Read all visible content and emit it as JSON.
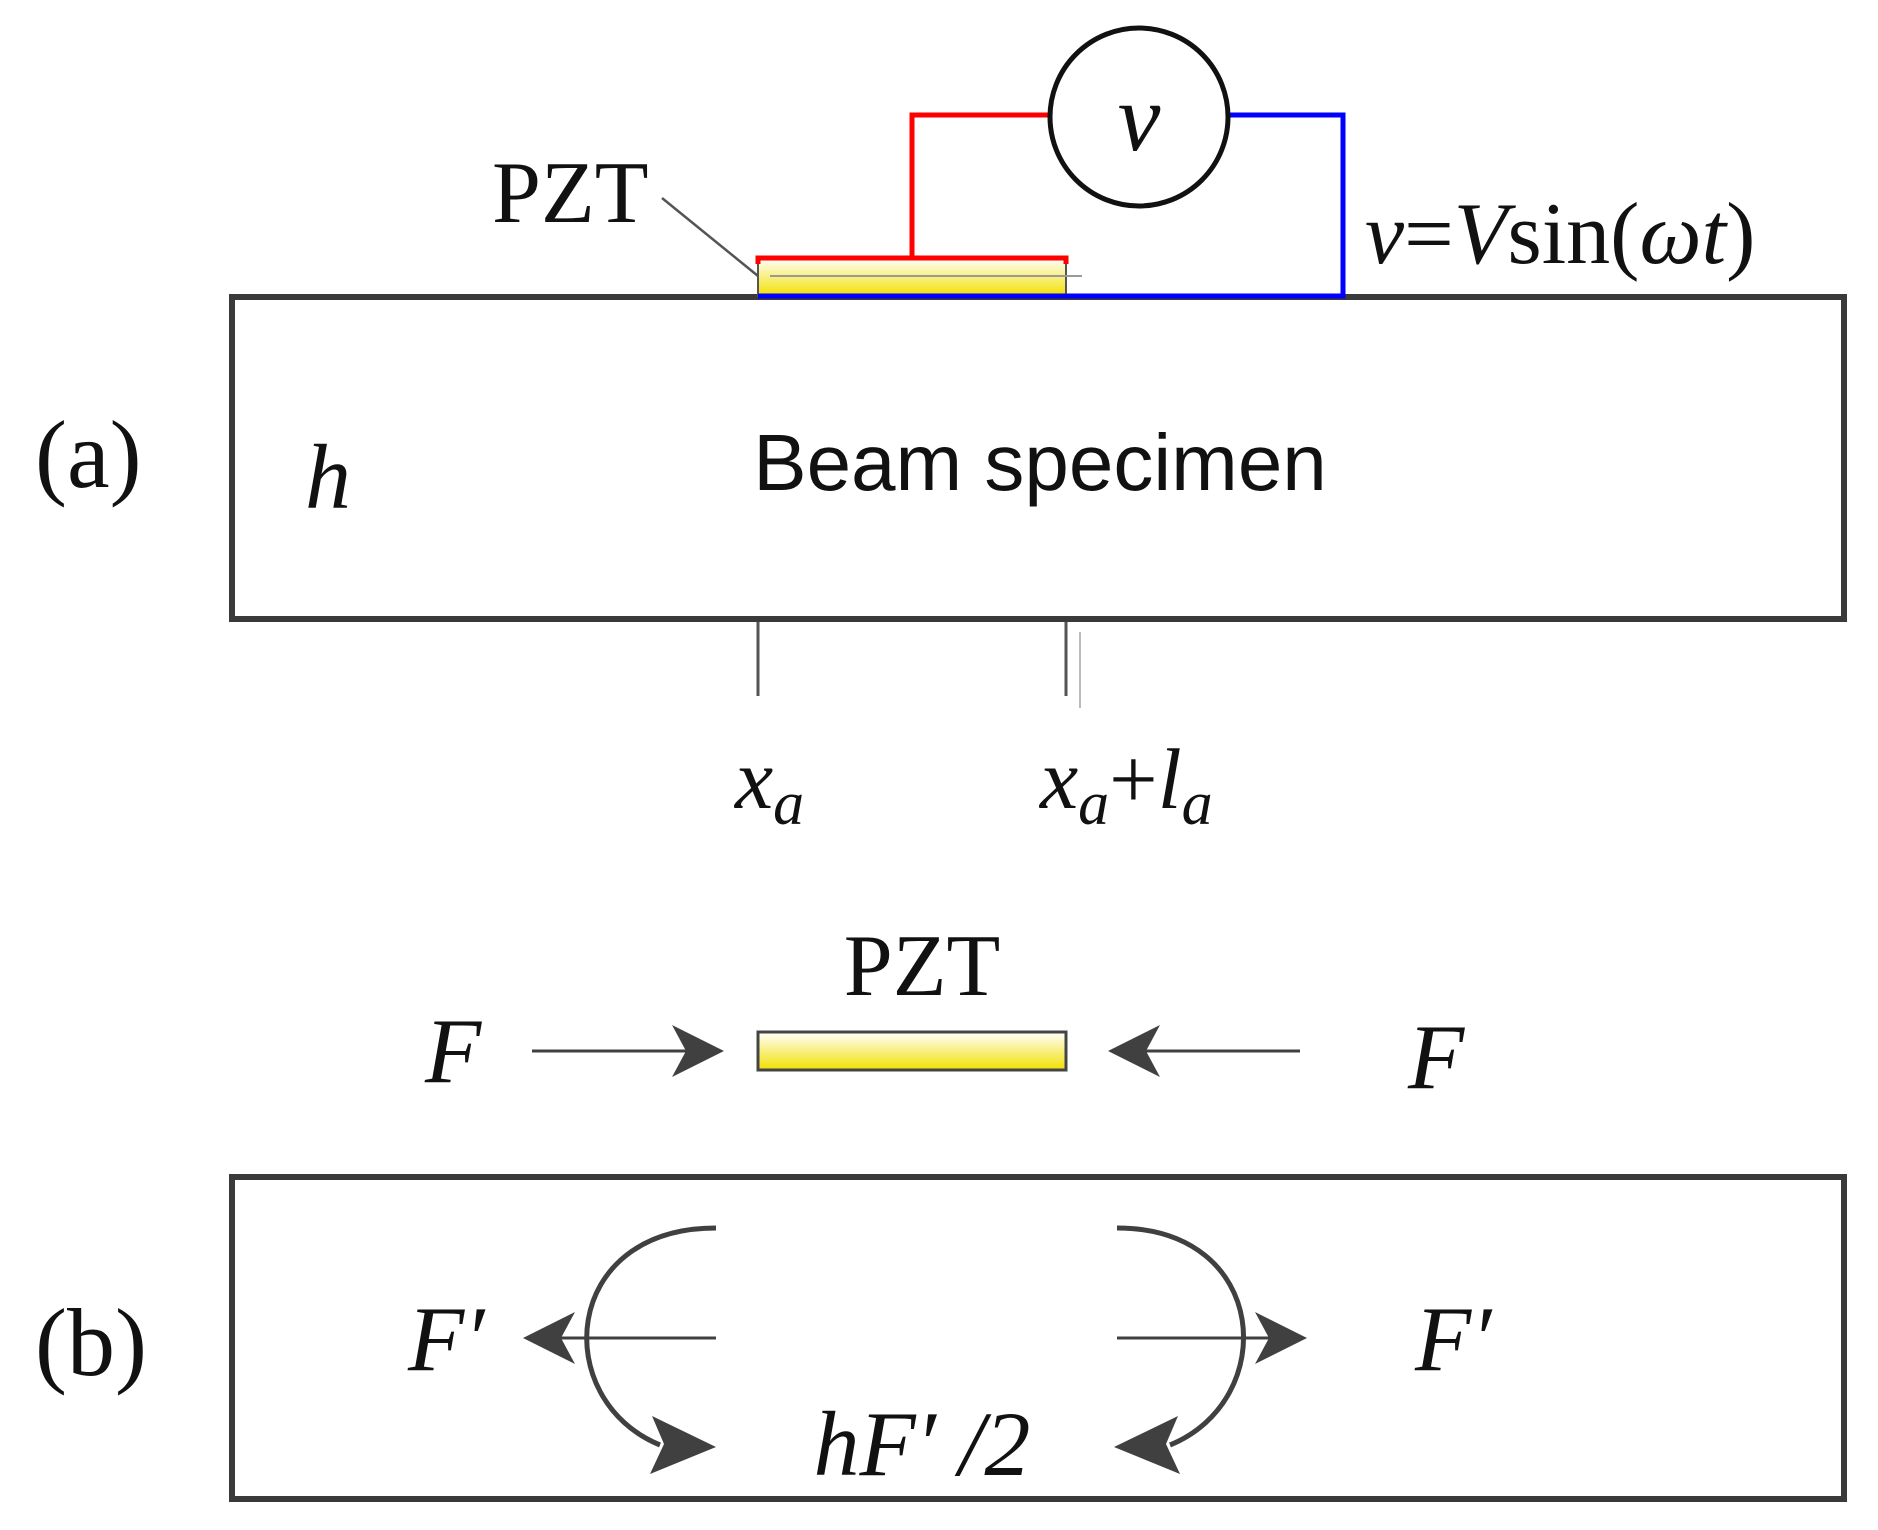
{
  "panel_a": {
    "label": "(a)",
    "pzt_label": "PZT",
    "voltmeter_symbol": "v",
    "voltage_equation": {
      "v": "v",
      "equals": "=",
      "V": "V",
      "sin": "sin(",
      "omega_t": "ωt",
      "close": ")"
    },
    "beam_label": "Beam specimen",
    "height_label": "h",
    "position_start": {
      "x": "x",
      "sub": "a"
    },
    "position_end": {
      "x": "x",
      "sub1": "a",
      "plus": "+",
      "l": "l",
      "sub2": "a"
    }
  },
  "panel_b": {
    "label": "(b)",
    "pzt_label": "PZT",
    "force_left": "F",
    "force_right": "F",
    "reaction_left": "F′",
    "reaction_right": "F′",
    "moment_label": "hF′ /2"
  },
  "colors": {
    "outline": "#3a3a3a",
    "positive_wire": "#ff0000",
    "ground_wire": "#0000ff",
    "pzt_fill_top": "#ffffff",
    "pzt_fill_bottom": "#f2e000",
    "arrow": "#404040"
  }
}
